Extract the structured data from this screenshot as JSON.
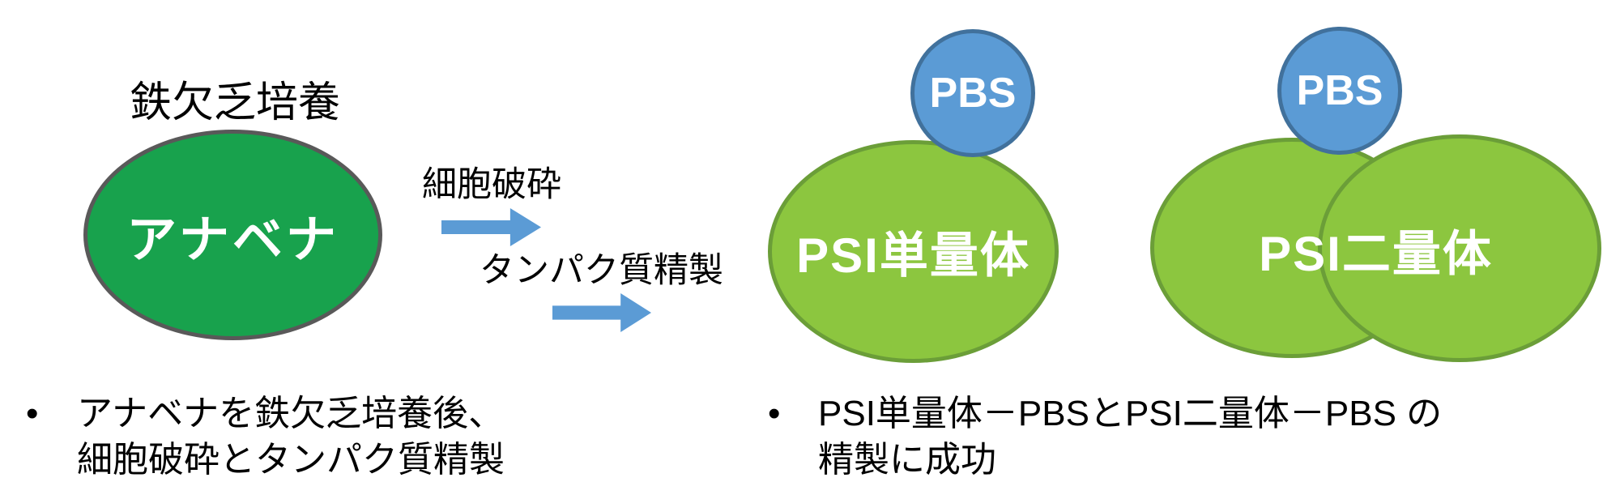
{
  "colors": {
    "canvas_bg": "#FFFFFF",
    "dark_green_fill": "#18A24D",
    "dark_green_border": "#595959",
    "light_green_fill": "#8CC63F",
    "light_green_border": "#6B9E38",
    "blue_fill": "#5B9BD5",
    "blue_border": "#41719C",
    "arrow_blue": "#5B9BD5",
    "text_black": "#000000",
    "text_white": "#FFFFFF"
  },
  "flow": {
    "culture_label": "鉄欠乏培養",
    "anabena_label": "アナベナ",
    "step1_label": "細胞破砕",
    "step2_label": "タンパク質精製"
  },
  "monomer": {
    "pbs_label": "PBS",
    "label": "PSI単量体"
  },
  "dimer": {
    "pbs_label": "PBS",
    "label": "PSI二量体"
  },
  "bullets": {
    "left": {
      "marker": "•",
      "lines": [
        "アナベナを鉄欠乏培養後、",
        "細胞破砕とタンパク質精製"
      ]
    },
    "right": {
      "marker": "•",
      "lines": [
        "PSI単量体－PBSとPSI二量体－PBS の",
        "精製に成功"
      ]
    }
  }
}
